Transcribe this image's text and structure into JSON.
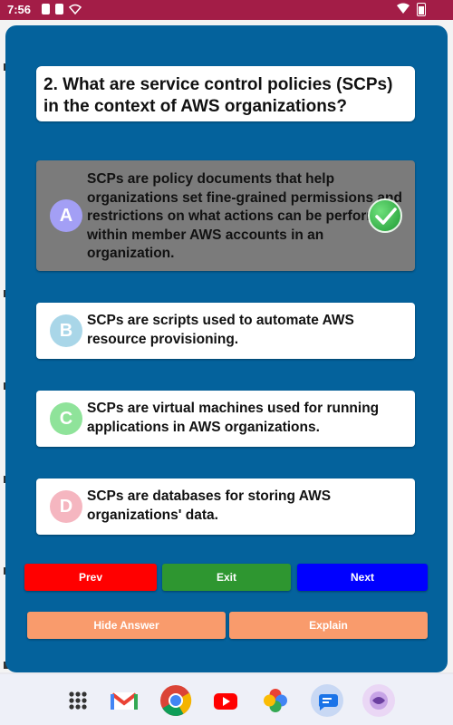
{
  "status_bar": {
    "time": "7:56"
  },
  "question": {
    "text": "2. What are service control policies (SCPs) in the context of AWS organizations?"
  },
  "options": [
    {
      "letter": "A",
      "color": "#a39ff5",
      "selected": true,
      "correct": true,
      "lines": [
        "SCPs are policy documents that help",
        "organizations set fine-grained permissions and",
        "restrictions on what actions can be performed",
        "within member AWS accounts in an",
        "organization."
      ]
    },
    {
      "letter": "B",
      "color": "#a9d6e8",
      "selected": false,
      "lines": [
        "SCPs are scripts used to automate AWS",
        "resource provisioning."
      ]
    },
    {
      "letter": "C",
      "color": "#8fe39a",
      "selected": false,
      "lines": [
        "SCPs are virtual machines used for running",
        "applications in AWS organizations."
      ]
    },
    {
      "letter": "D",
      "color": "#f5b6c0",
      "selected": false,
      "lines": [
        "SCPs are databases for storing AWS",
        "organizations' data."
      ]
    }
  ],
  "buttons": {
    "prev": {
      "label": "Prev",
      "color": "#ff0000"
    },
    "exit": {
      "label": "Exit",
      "color": "#2e9630"
    },
    "next": {
      "label": "Next",
      "color": "#0000ff"
    },
    "hide_answer": {
      "label": "Hide Answer",
      "color": "#f99b6c"
    },
    "explain": {
      "label": "Explain",
      "color": "#f99b6c"
    }
  },
  "nav_bar": {
    "apps": [
      "app-grid-icon",
      "gmail-icon",
      "chrome-icon",
      "youtube-icon",
      "photos-icon",
      "messages-icon",
      "app-icon"
    ]
  }
}
